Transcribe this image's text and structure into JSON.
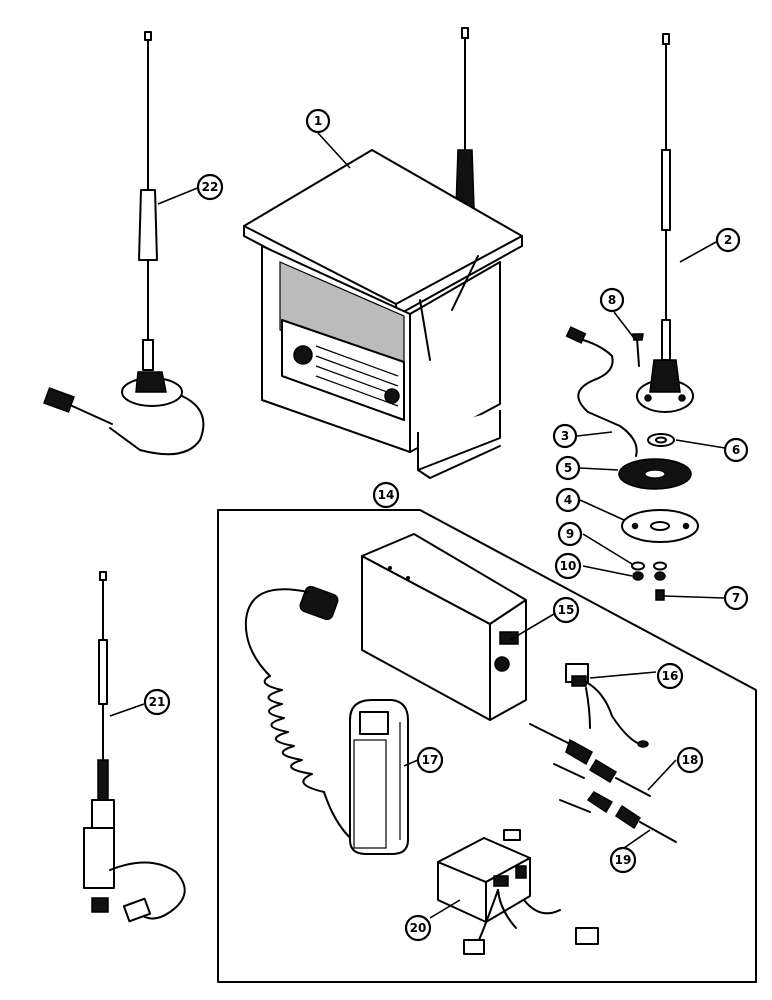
{
  "callouts": {
    "c1": "1",
    "c2": "2",
    "c3": "3",
    "c4": "4",
    "c5": "5",
    "c6": "6",
    "c7": "7",
    "c8": "8",
    "c9": "9",
    "c10": "10",
    "c14": "14",
    "c15": "15",
    "c16": "16",
    "c17": "17",
    "c18": "18",
    "c19": "19",
    "c20": "20",
    "c21": "21",
    "c22": "22"
  }
}
